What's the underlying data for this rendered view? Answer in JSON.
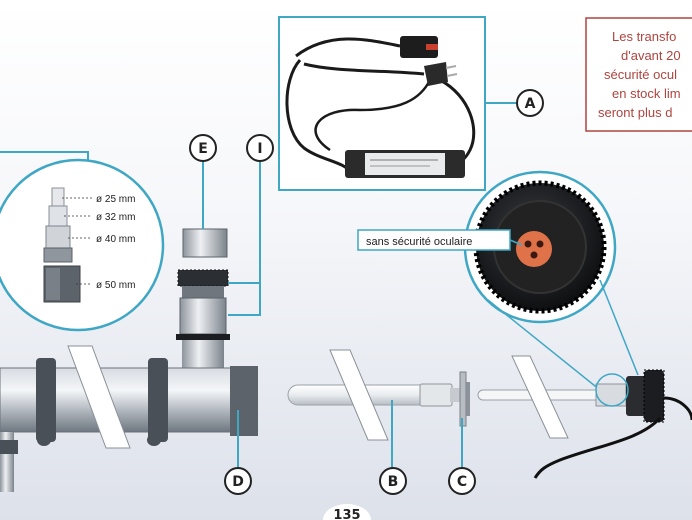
{
  "notice": {
    "lines": [
      "Les transfo",
      "d'avant 20",
      "sécurité ocul",
      "en stock lim",
      "seront plus d"
    ]
  },
  "callouts": {
    "sans_securite": "sans sécurité oculaire"
  },
  "dimensions": [
    {
      "label": "ø 25 mm"
    },
    {
      "label": "ø 32 mm"
    },
    {
      "label": "ø 40 mm"
    },
    {
      "label": "ø 50 mm"
    }
  ],
  "letters": {
    "A": "A",
    "B": "B",
    "C": "C",
    "D": "D",
    "E": "E",
    "I": "I"
  },
  "page_number": "135",
  "colors": {
    "accent": "#3fa7c4",
    "notice_border": "#b0443f",
    "notice_text": "#b0443f"
  }
}
